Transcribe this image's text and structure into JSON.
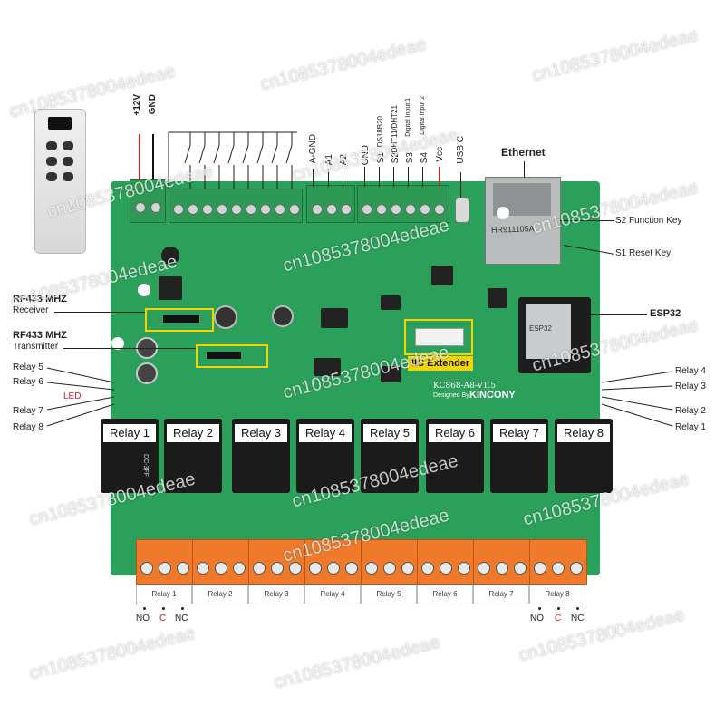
{
  "watermark": "cn1085378004edeae",
  "power": {
    "plus12v": "+12V",
    "gnd": "GND"
  },
  "analog": {
    "agnd": "A-GND",
    "a1": "A1",
    "a2": "A2"
  },
  "sensor": {
    "gnd": "GND",
    "s1": "S1",
    "s1_name": "DS18B20",
    "s2": "S2",
    "s2_name": "DHT11/DHT21",
    "s3": "S3",
    "s3_name": "Digital Input 1",
    "s4": "S4",
    "s4_name": "Digital Input 2",
    "vcc": "Vcc"
  },
  "usb": "USB C",
  "ethernet": {
    "label": "Ethernet",
    "chip": "HR911105A"
  },
  "keys": {
    "s2": "S2 Function Key",
    "s1": "S1 Reset Key"
  },
  "esp32": {
    "label": "ESP32",
    "module_text": "ESP32"
  },
  "rf": {
    "receiver_title": "RF433 MHZ",
    "receiver_sub": "Receiver",
    "transmitter_title": "RF433 MHZ",
    "transmitter_sub": "Transmitter"
  },
  "iic": "IIC Extender",
  "board_model": "KC868-A8-V1.5",
  "designed_by": "Designed By",
  "brand": "KINCONY",
  "led_label": "LED",
  "led_left": [
    "Relay 5",
    "Relay 6",
    "Relay 7",
    "Relay 8"
  ],
  "led_right": [
    "Relay 4",
    "Relay 3",
    "Relay 2",
    "Relay 1"
  ],
  "relays": [
    "Relay 1",
    "Relay 2",
    "Relay 3",
    "Relay 4",
    "Relay 5",
    "Relay 6",
    "Relay 7",
    "Relay 8"
  ],
  "relay_part": "DC-3FF",
  "terminal_tabs": [
    "Relay 1",
    "Relay 2",
    "Relay 3",
    "Relay 4",
    "Relay 5",
    "Relay 6",
    "Relay 7",
    "Relay 8"
  ],
  "contacts_left": [
    "NO",
    "C",
    "NC"
  ],
  "contacts_right": [
    "NO",
    "C",
    "NC"
  ],
  "colors": {
    "board": "#2aa05a",
    "terminal_orange": "#f07a2c",
    "accent_red": "#d62020",
    "iic_yellow": "#f5d400"
  }
}
